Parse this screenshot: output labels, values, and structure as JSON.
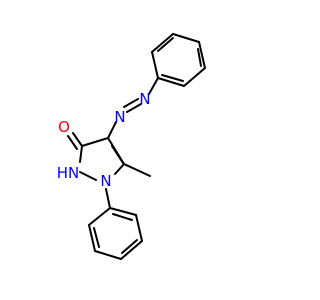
{
  "colors": {
    "carbon_bond": "#000000",
    "oxygen": "#ff0000",
    "nitrogen": "#0000ff",
    "background": "#ffffff"
  },
  "atoms": {
    "oxygen": "O",
    "azo_n_upper": "N",
    "azo_n_lower": "N",
    "ring_n1": "N",
    "ring_nh": "HN"
  }
}
